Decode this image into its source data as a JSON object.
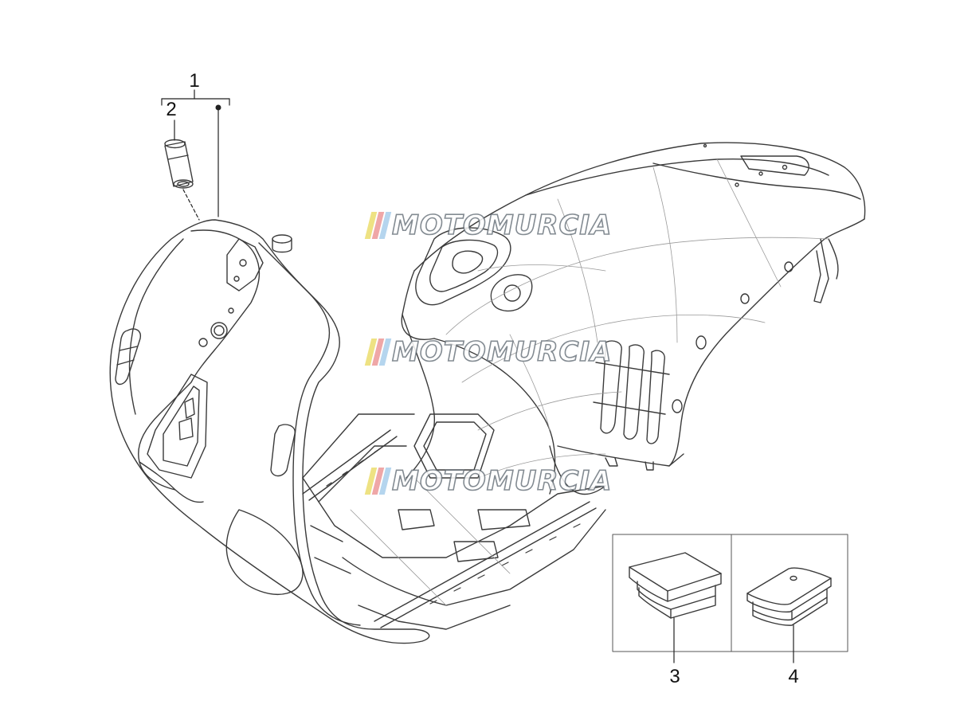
{
  "callouts": {
    "c1": "1",
    "c2": "2",
    "c3": "3",
    "c4": "4"
  },
  "watermark": {
    "text": "MOTOMURCIA",
    "bar_colors": [
      "#e8d85a",
      "#e98a8a",
      "#9cc7e8"
    ]
  },
  "colors": {
    "line": "#3a3a3a",
    "fine_line": "#9a9a9a",
    "leader": "#222222"
  },
  "icons": {
    "part_1": "scooter-front-shield-icon",
    "part_2": "sleeve-bushing-icon",
    "part_3": "square-rubber-plug-icon",
    "part_4": "oval-rubber-plug-icon"
  }
}
